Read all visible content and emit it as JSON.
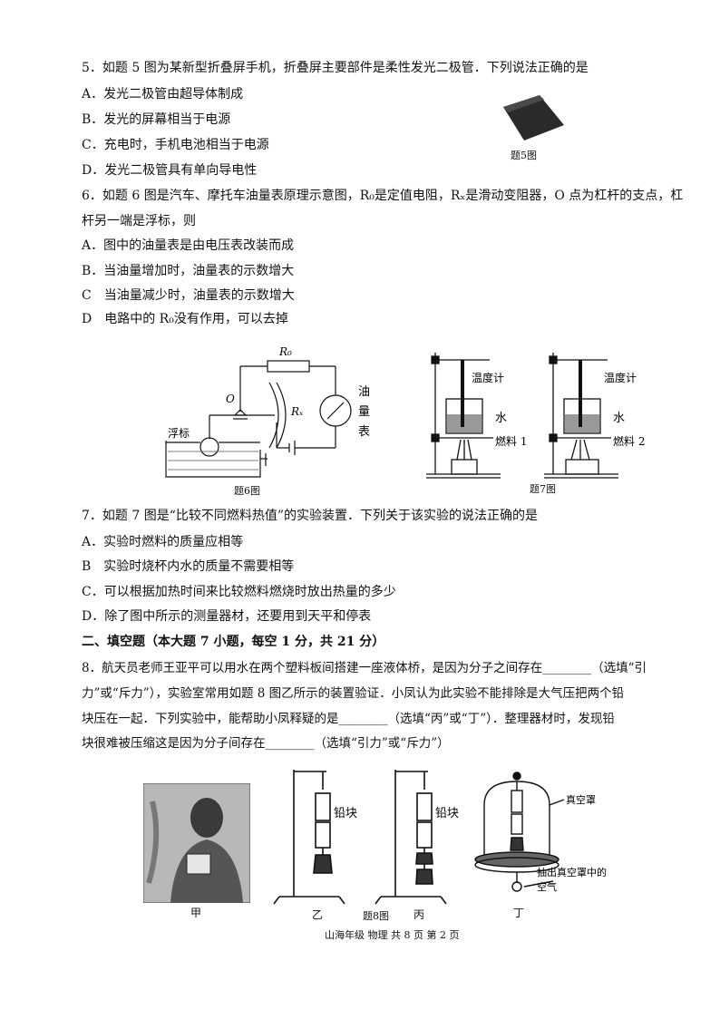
{
  "q5": {
    "stem": "5．如题 5 图为某新型折叠屏手机，折叠屏主要部件是柔性发光二极管．下列说法正确的是",
    "options": [
      "A．发光二极管由超导体制成",
      "B．发光的屏幕相当于电源",
      "C．充电时，手机电池相当于电源",
      "D．发光二极管具有单向导电性"
    ],
    "fig_caption": "题5图"
  },
  "q6": {
    "stem_line1": "6．如题 6 图是汽车、摩托车油量表原理示意图，R₀是定值电阻，Rₓ是滑动变阻器，O 点为杠杆的支点，杠",
    "stem_line2": "杆另一端是浮标，则",
    "options": [
      "A．图中的油量表是由电压表改装而成",
      "B．当油量增加时，油量表的示数增大",
      "C　当油量减少时，油量表的示数增大",
      "D　电路中的 R₀没有作用，可以去掉"
    ],
    "fig_caption": "题6图",
    "fig_labels": {
      "r0": "R₀",
      "o": "O",
      "rx": "Rₓ",
      "float": "浮标",
      "meter": [
        "油",
        "量",
        "表"
      ]
    }
  },
  "q7fig": {
    "fig_caption": "题7图",
    "labels": {
      "thermo1": "温度计",
      "water1": "水",
      "fuel1": "燃料 1",
      "thermo2": "温度计",
      "water2": "水",
      "fuel2": "燃料 2"
    }
  },
  "q7": {
    "stem": "7．如题 7 图是“比较不同燃料热值”的实验装置．下列关于该实验的说法正确的是",
    "options": [
      "A．实验时燃料的质量应相等",
      "B　实验时烧杯内水的质量不需要相等",
      "C．可以根据加热时间来比较燃料燃烧时放出热量的多少",
      "D．除了图中所示的测量器材，还要用到天平和停表"
    ]
  },
  "section2": {
    "title": "二、填空题（本大题 7 小题，每空 1 分，共 21 分）"
  },
  "q8": {
    "line1": "8．航天员老师王亚平可以用水在两个塑料板间搭建一座液体桥，是因为分子之间存在________（选填“引",
    "line2": "力”或“斥力”），实验室常用如题 8 图乙所示的装置验证．小凤认为此实验不能排除是大气压把两个铅",
    "line3": "块压在一起．下列实验中，能帮助小凤释疑的是________（选填“丙”或“丁”）．整理器材时，发现铅",
    "line4": "块很难被压缩这是因为分子间存在________（选填“引力”或“斥力”）",
    "fig_caption": "题8图",
    "sub_labels": [
      "甲",
      "乙",
      "丙",
      "丁"
    ],
    "fig_labels": {
      "lead1": "铅块",
      "lead2": "铅块",
      "vacuum": "真空罩",
      "pump1": "抽出真空罩中的",
      "pump2": "空气"
    }
  },
  "footer": {
    "text": "山海年级  物理  共 8 页  第 2 页"
  }
}
